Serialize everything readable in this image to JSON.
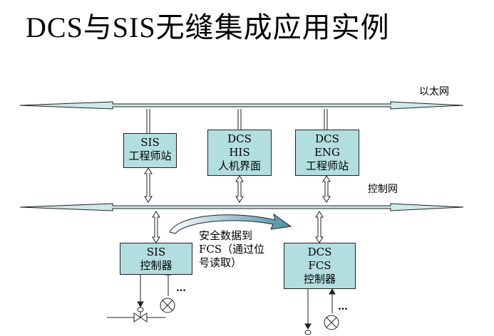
{
  "title": "DCS与SIS无缝集成应用实例",
  "networks": {
    "ethernet": "以太网",
    "control": "控制网"
  },
  "stations": {
    "sis_eng": [
      "SIS",
      "工程师站"
    ],
    "dcs_his": [
      "DCS",
      "HIS",
      "人机界面"
    ],
    "dcs_eng": [
      "DCS",
      "ENG",
      "工程师站"
    ]
  },
  "controllers": {
    "sis": [
      "SIS",
      "控制器"
    ],
    "dcs": [
      "DCS",
      "FCS",
      "控制器"
    ]
  },
  "transfer_note": [
    "安全数据到",
    "FCS（通过位",
    "号读取）"
  ],
  "more": "…",
  "colors": {
    "box_fill": "#b3dedf",
    "bus_fill": "#cfe8ea",
    "arrow_fill": "#5b9fb0"
  }
}
